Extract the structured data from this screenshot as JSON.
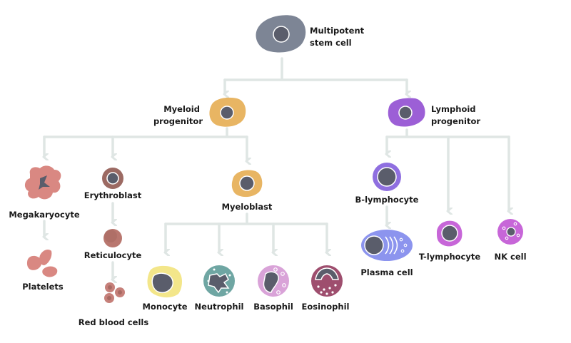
{
  "colors": {
    "connector": "#dfe6e4",
    "stem": "#7d8595",
    "myeloid": "#e8b563",
    "lymphoid": "#9c5fd6",
    "megakaryocyte": "#d98882",
    "erythro": "#9c6a63",
    "reticulocyte": "#b9776f",
    "rbc": "#c6807a",
    "monocyte": "#f3e68a",
    "neutrophil": "#6fa6a3",
    "basophil": "#d9a3d8",
    "eosinophil": "#9e4e6e",
    "blymph": "#8f6fe0",
    "plasma": "#8c94ee",
    "tlymph": "#c766d8",
    "nk": "#c766d8",
    "nucleus": "#5a5d6b"
  },
  "nodes": {
    "stem": {
      "label_lines": [
        "Multipotent",
        "stem cell"
      ],
      "icon": "stem-cell-icon"
    },
    "myeloid": {
      "label_lines": [
        "Myeloid",
        "progenitor"
      ],
      "icon": "myeloid-progenitor-icon"
    },
    "lymphoid": {
      "label_lines": [
        "Lymphoid",
        "progenitor"
      ],
      "icon": "lymphoid-progenitor-icon"
    },
    "megakaryocyte": {
      "label": "Megakaryocyte",
      "icon": "megakaryocyte-icon"
    },
    "platelets": {
      "label": "Platelets",
      "icon": "platelets-icon"
    },
    "erythroblast": {
      "label": "Erythroblast",
      "icon": "erythroblast-icon"
    },
    "reticulocyte": {
      "label": "Reticulocyte",
      "icon": "reticulocyte-icon"
    },
    "rbc": {
      "label": "Red blood cells",
      "icon": "red-blood-cells-icon"
    },
    "myeloblast": {
      "label": "Myeloblast",
      "icon": "myeloblast-icon"
    },
    "monocyte": {
      "label": "Monocyte",
      "icon": "monocyte-icon"
    },
    "neutrophil": {
      "label": "Neutrophil",
      "icon": "neutrophil-icon"
    },
    "basophil": {
      "label": "Basophil",
      "icon": "basophil-icon"
    },
    "eosinophil": {
      "label": "Eosinophil",
      "icon": "eosinophil-icon"
    },
    "blymphocyte": {
      "label": "B-lymphocyte",
      "icon": "b-lymphocyte-icon"
    },
    "plasma": {
      "label": "Plasma cell",
      "icon": "plasma-cell-icon"
    },
    "tlymphocyte": {
      "label": "T-lymphocyte",
      "icon": "t-lymphocyte-icon"
    },
    "nk": {
      "label": "NK cell",
      "icon": "nk-cell-icon"
    }
  }
}
